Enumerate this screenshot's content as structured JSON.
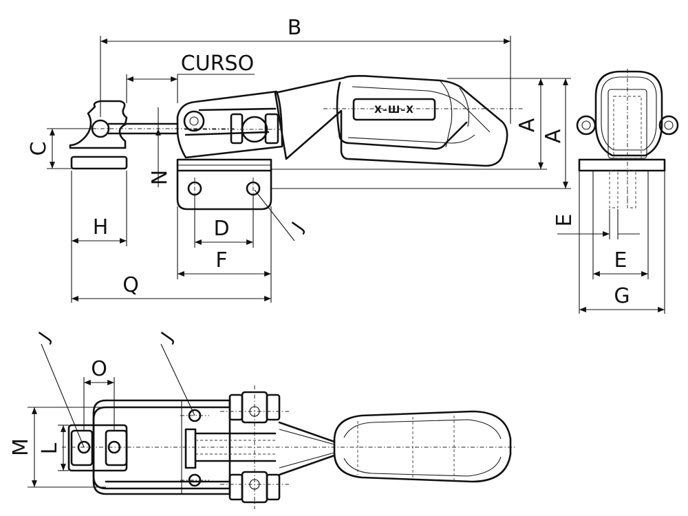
{
  "labels": {
    "B": "B",
    "CURSO": "CURSO",
    "A_inner": "A",
    "A_outer": "A",
    "C": "C",
    "N": "N",
    "H": "H",
    "D": "D",
    "F": "F",
    "Q": "Q",
    "E_left": "E",
    "E_bottom": "E",
    "G": "G",
    "J_side": "J",
    "J_top_left": "J",
    "J_top_right": "J",
    "O": "O",
    "M": "M",
    "L": "L"
  },
  "handle_logo": "X–Ш–X"
}
